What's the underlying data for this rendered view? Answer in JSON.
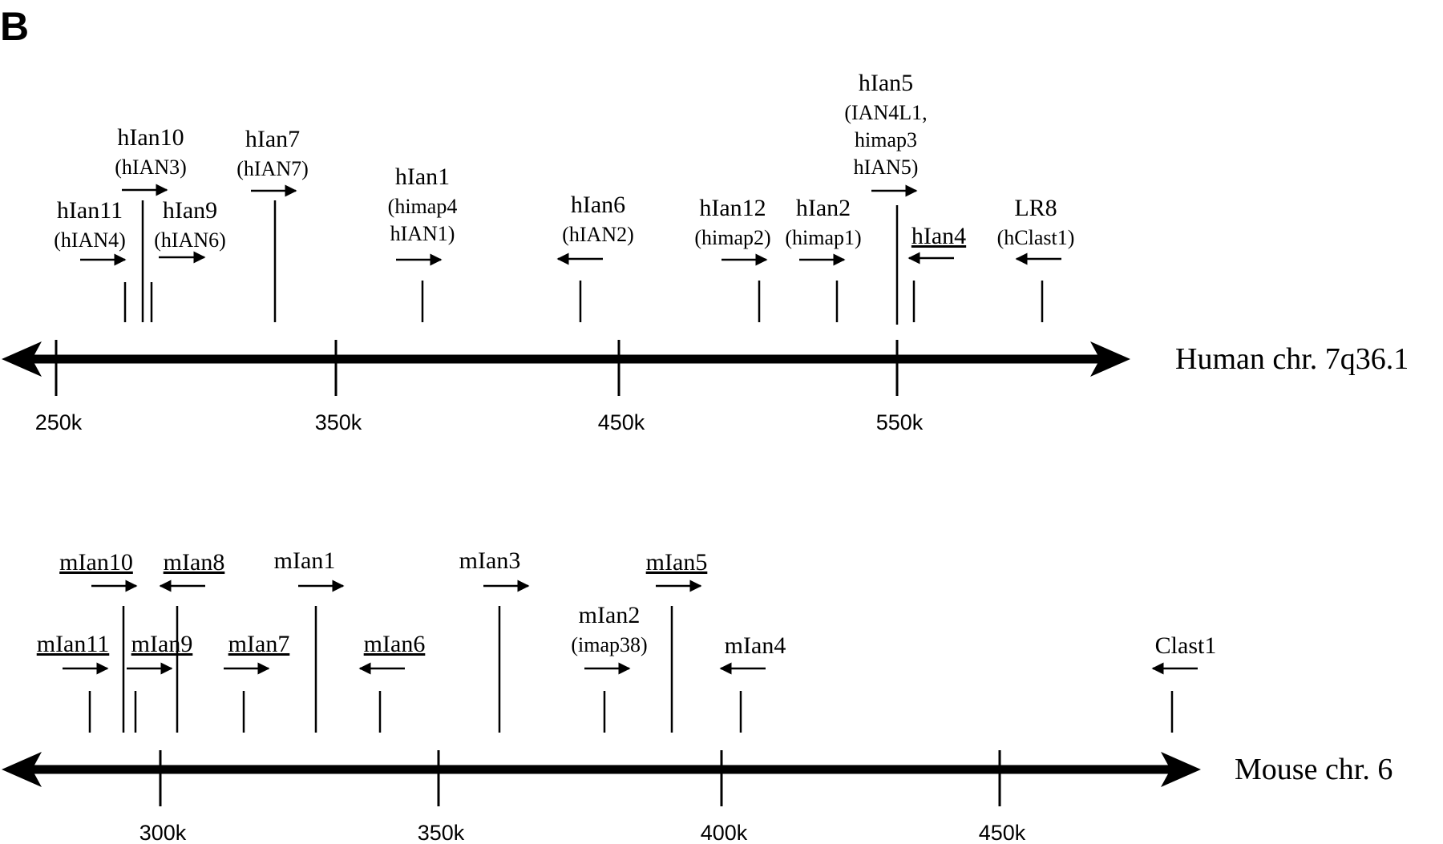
{
  "panel_label": "B",
  "human": {
    "chromosome_label": "Human chr. 7q36.1",
    "ticks": [
      "250k",
      "350k",
      "450k",
      "550k"
    ],
    "genes": [
      {
        "id": "hIan11",
        "name": "hIan11",
        "alias": [
          "(hIAN4)"
        ],
        "strand": "+",
        "underlined": false
      },
      {
        "id": "hIan10",
        "name": "hIan10",
        "alias": [
          "(hIAN3)"
        ],
        "strand": "+",
        "underlined": false
      },
      {
        "id": "hIan9",
        "name": "hIan9",
        "alias": [
          "(hIAN6)"
        ],
        "strand": "+",
        "underlined": false
      },
      {
        "id": "hIan7",
        "name": "hIan7",
        "alias": [
          "(hIAN7)"
        ],
        "strand": "+",
        "underlined": false
      },
      {
        "id": "hIan1",
        "name": "hIan1",
        "alias": [
          "(himap4",
          "hIAN1)"
        ],
        "strand": "+",
        "underlined": false
      },
      {
        "id": "hIan6",
        "name": "hIan6",
        "alias": [
          "(hIAN2)"
        ],
        "strand": "-",
        "underlined": false
      },
      {
        "id": "hIan12",
        "name": "hIan12",
        "alias": [
          "(himap2)"
        ],
        "strand": "+",
        "underlined": false
      },
      {
        "id": "hIan2",
        "name": "hIan2",
        "alias": [
          "(himap1)"
        ],
        "strand": "+",
        "underlined": false
      },
      {
        "id": "hIan5",
        "name": "hIan5",
        "alias": [
          "(IAN4L1,",
          "himap3",
          "hIAN5)"
        ],
        "strand": "+",
        "underlined": false
      },
      {
        "id": "hIan4",
        "name": "hIan4",
        "alias": [],
        "strand": "-",
        "underlined": true
      },
      {
        "id": "LR8",
        "name": "LR8",
        "alias": [
          "(hClast1)"
        ],
        "strand": "-",
        "underlined": false
      }
    ]
  },
  "mouse": {
    "chromosome_label": "Mouse chr. 6",
    "ticks": [
      "300k",
      "350k",
      "400k",
      "450k"
    ],
    "genes": [
      {
        "id": "mIan11",
        "name": "mIan11",
        "alias": [],
        "strand": "+",
        "underlined": true
      },
      {
        "id": "mIan10",
        "name": "mIan10",
        "alias": [],
        "strand": "+",
        "underlined": true
      },
      {
        "id": "mIan9",
        "name": "mIan9",
        "alias": [],
        "strand": "+",
        "underlined": true
      },
      {
        "id": "mIan8",
        "name": "mIan8",
        "alias": [],
        "strand": "-",
        "underlined": true
      },
      {
        "id": "mIan7",
        "name": "mIan7",
        "alias": [],
        "strand": "+",
        "underlined": true
      },
      {
        "id": "mIan1",
        "name": "mIan1",
        "alias": [],
        "strand": "+",
        "underlined": false
      },
      {
        "id": "mIan6",
        "name": "mIan6",
        "alias": [],
        "strand": "-",
        "underlined": true
      },
      {
        "id": "mIan3",
        "name": "mIan3",
        "alias": [],
        "strand": "+",
        "underlined": false
      },
      {
        "id": "mIan2",
        "name": "mIan2",
        "alias": [
          "(imap38)"
        ],
        "strand": "+",
        "underlined": false
      },
      {
        "id": "mIan5",
        "name": "mIan5",
        "alias": [],
        "strand": "+",
        "underlined": true
      },
      {
        "id": "mIan4",
        "name": "mIan4",
        "alias": [],
        "strand": "-",
        "underlined": false
      },
      {
        "id": "Clast1",
        "name": "Clast1",
        "alias": [],
        "strand": "-",
        "underlined": false
      }
    ]
  }
}
